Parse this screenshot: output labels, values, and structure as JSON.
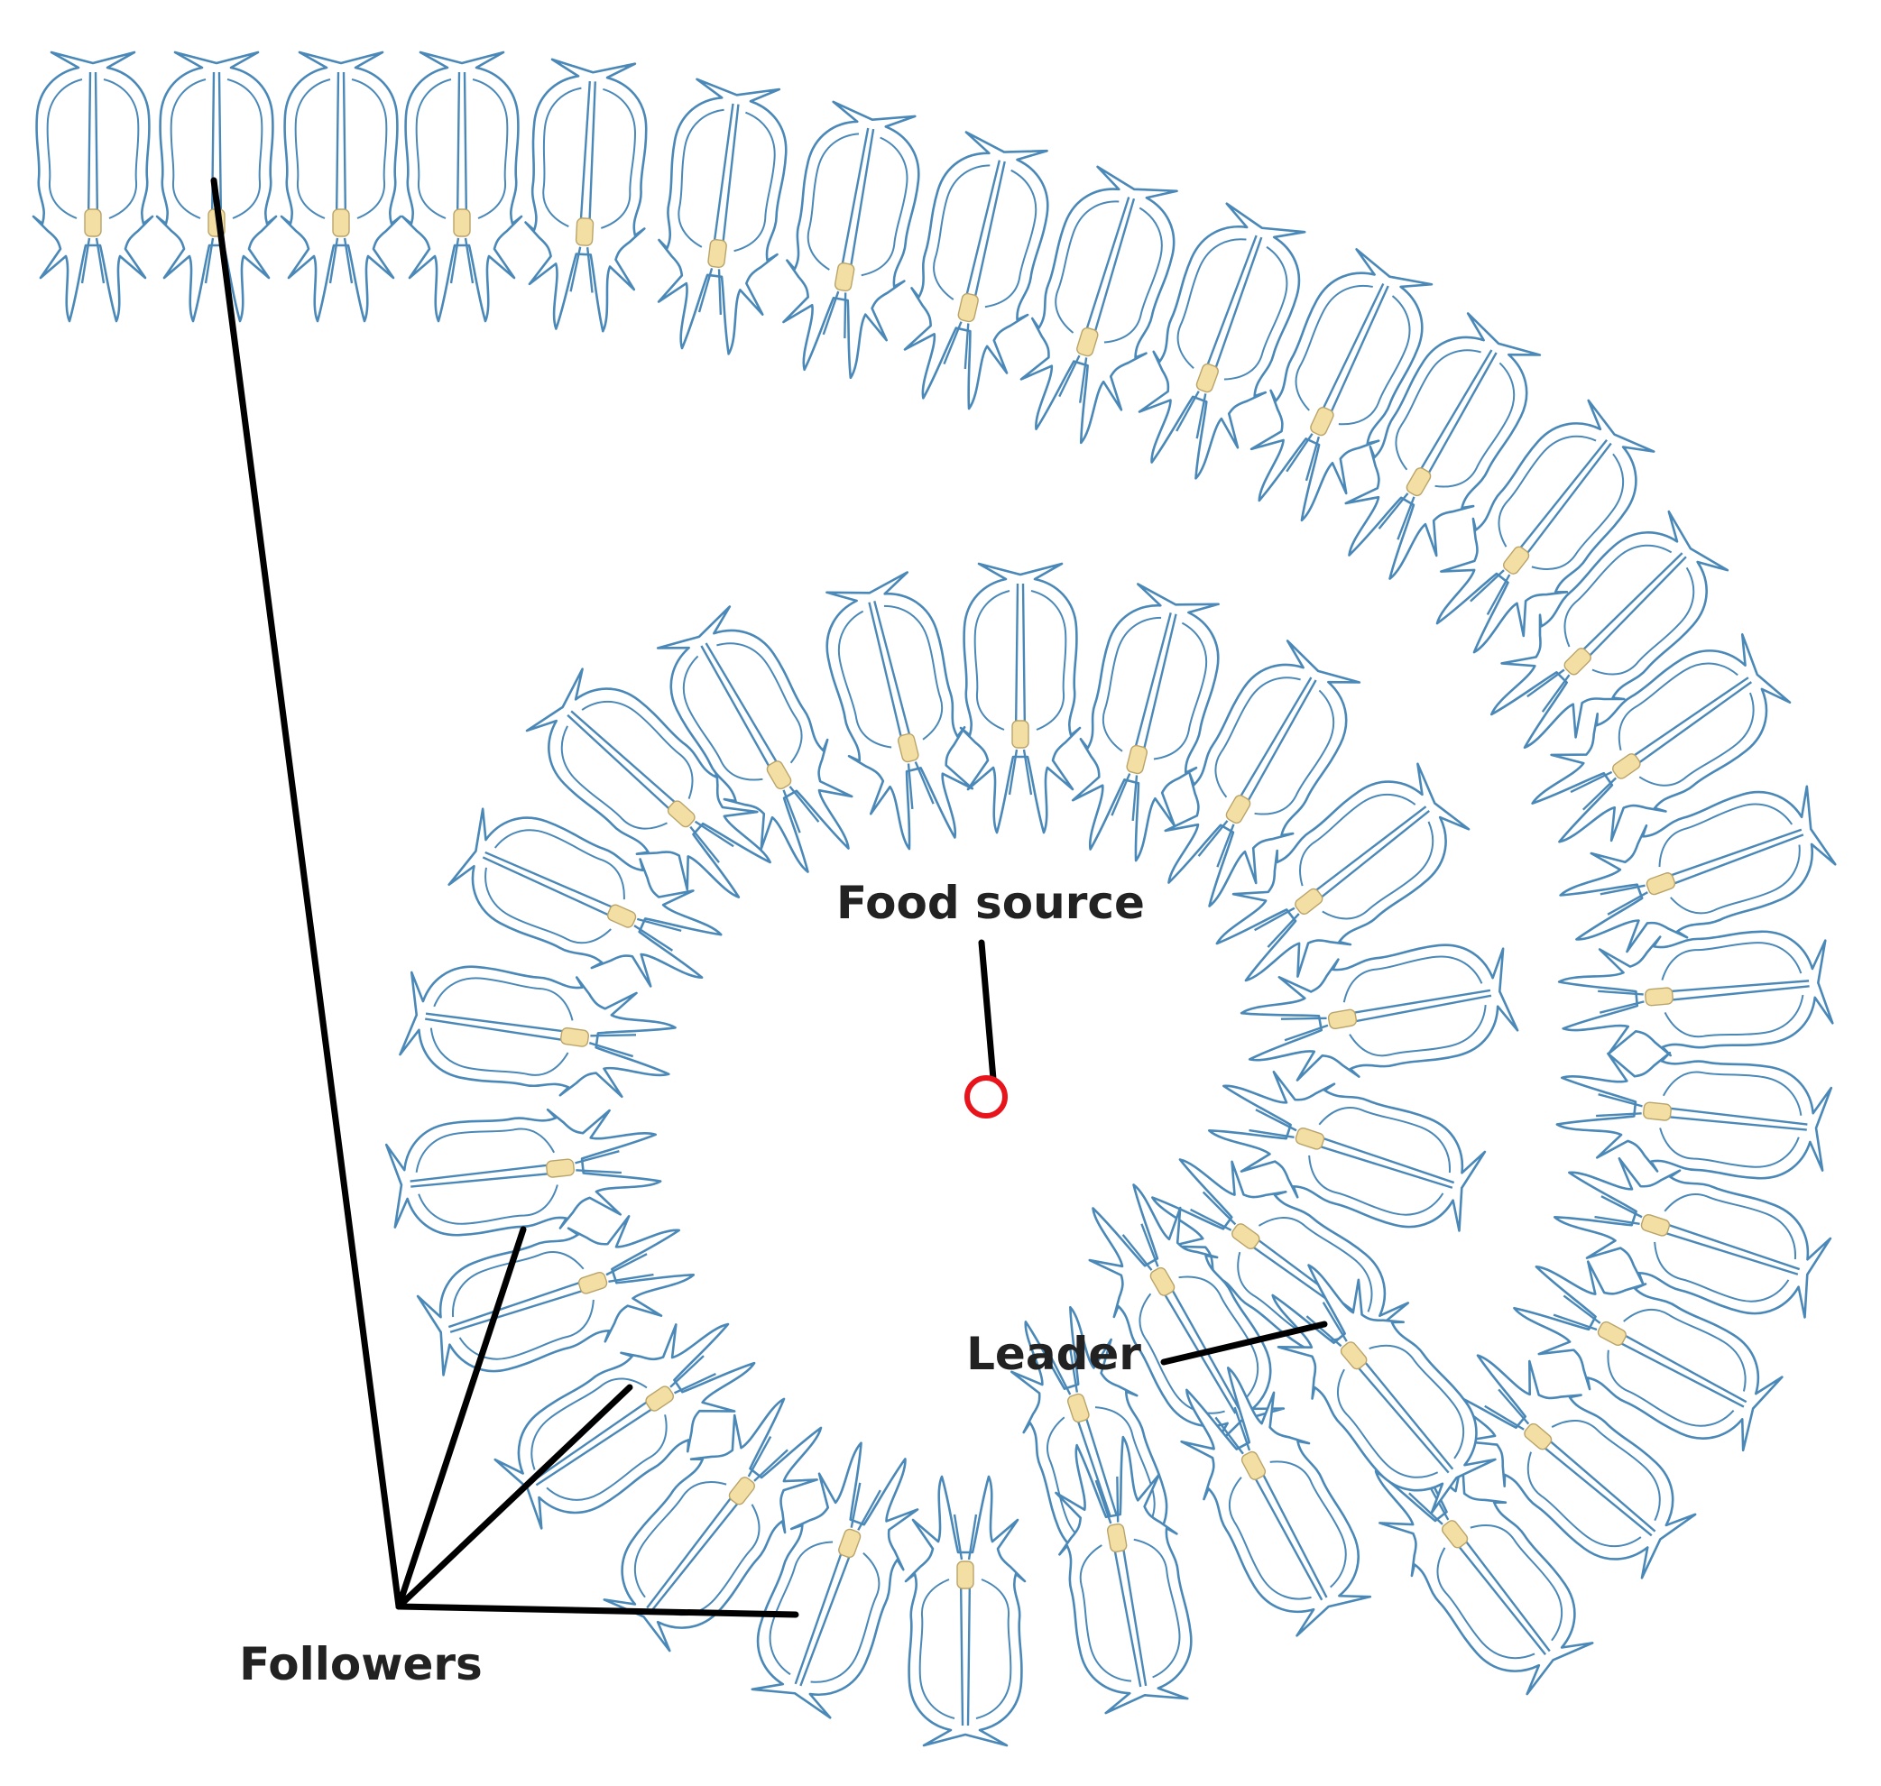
{
  "labels": {
    "food_source": "Food source",
    "leader": "Leader",
    "followers": "Followers"
  },
  "colors": {
    "salp_stroke": "#4a88b8",
    "salp_gut": "#f3dfa4",
    "food_marker": "#e8141c",
    "pointer": "#000000"
  },
  "icons": {
    "salp": "salp-icon",
    "food_marker": "ring-icon"
  }
}
